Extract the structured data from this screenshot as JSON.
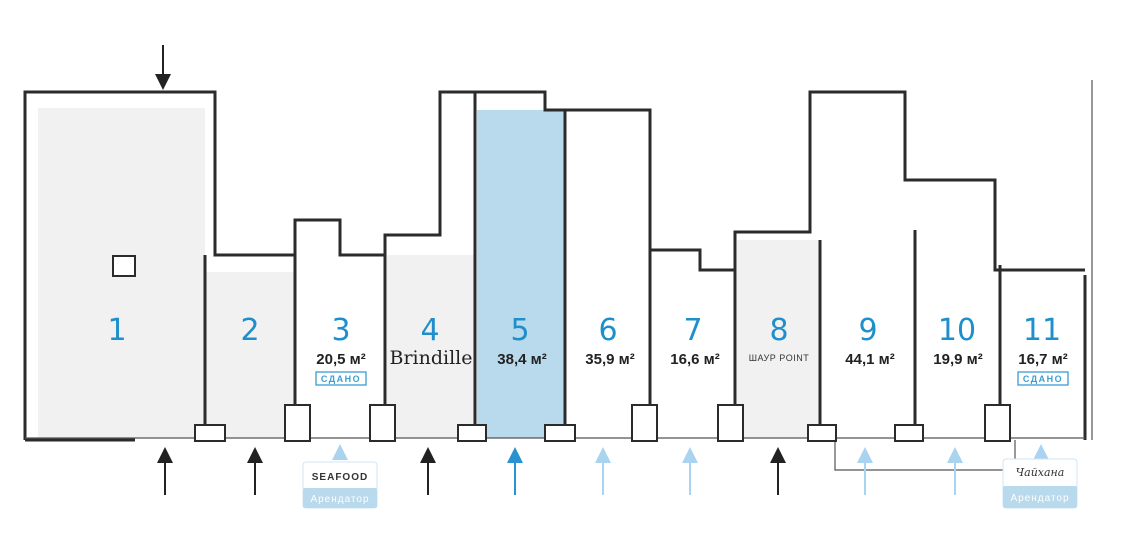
{
  "units": [
    {
      "number": "1",
      "status": "occupied"
    },
    {
      "number": "2",
      "status": "occupied"
    },
    {
      "number": "3",
      "area": "20,5 м²",
      "badge": "СДАНО"
    },
    {
      "number": "4",
      "tenant": "Brindille"
    },
    {
      "number": "5",
      "area": "38,4 м²",
      "status": "selected"
    },
    {
      "number": "6",
      "area": "35,9 м²"
    },
    {
      "number": "7",
      "area": "16,6 м²"
    },
    {
      "number": "8",
      "tenant": "ШАУР POINT"
    },
    {
      "number": "9",
      "area": "44,1 м²"
    },
    {
      "number": "10",
      "area": "19,9 м²"
    },
    {
      "number": "11",
      "area": "16,7 м²",
      "badge": "СДАНО"
    }
  ],
  "tenant_cards": [
    {
      "logo": "SEAFOOD",
      "label": "Арендатор"
    },
    {
      "logo": "Чайхана",
      "label": "Арендатор"
    }
  ],
  "colors": {
    "selected": "#b9d9ec",
    "occupied": "#f1f1f1",
    "label": "#1e8fcb",
    "arrow_light": "#a9d3ee",
    "arrow_dark": "#222222"
  }
}
